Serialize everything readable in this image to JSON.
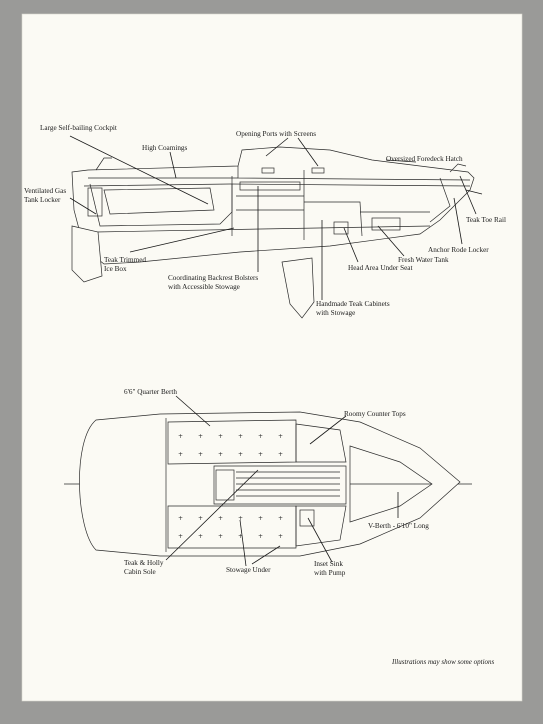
{
  "profile_labels": {
    "cockpit": "Large Self-bailing Cockpit",
    "coamings": "High Coamings",
    "ports": "Opening Ports with Screens",
    "hatch": "Oversized Foredeck Hatch",
    "gas_locker_1": "Ventilated Gas",
    "gas_locker_2": "Tank Locker",
    "toe_rail": "Teak Toe Rail",
    "rode_locker": "Anchor Rode Locker",
    "water_tank": "Fresh Water Tank",
    "head": "Head Area Under Seat",
    "icebox_1": "Teak Trimmed",
    "icebox_2": "Ice Box",
    "bolsters_1": "Coordinating Backrest Bolsters",
    "bolsters_2": "with Accessible Stowage",
    "cabinets_1": "Handmade Teak Cabinets",
    "cabinets_2": "with Stowage"
  },
  "plan_labels": {
    "quarter_berth": "6'6\" Quarter Berth",
    "counter": "Roomy Counter Tops",
    "vberth": "V-Berth - 6'10\" Long",
    "sole_1": "Teak & Holly",
    "sole_2": "Cabin Sole",
    "stowage": "Stowage Under",
    "sink_1": "Inset Sink",
    "sink_2": "with Pump"
  },
  "footer": {
    "note": "Illustrations may show some options"
  }
}
